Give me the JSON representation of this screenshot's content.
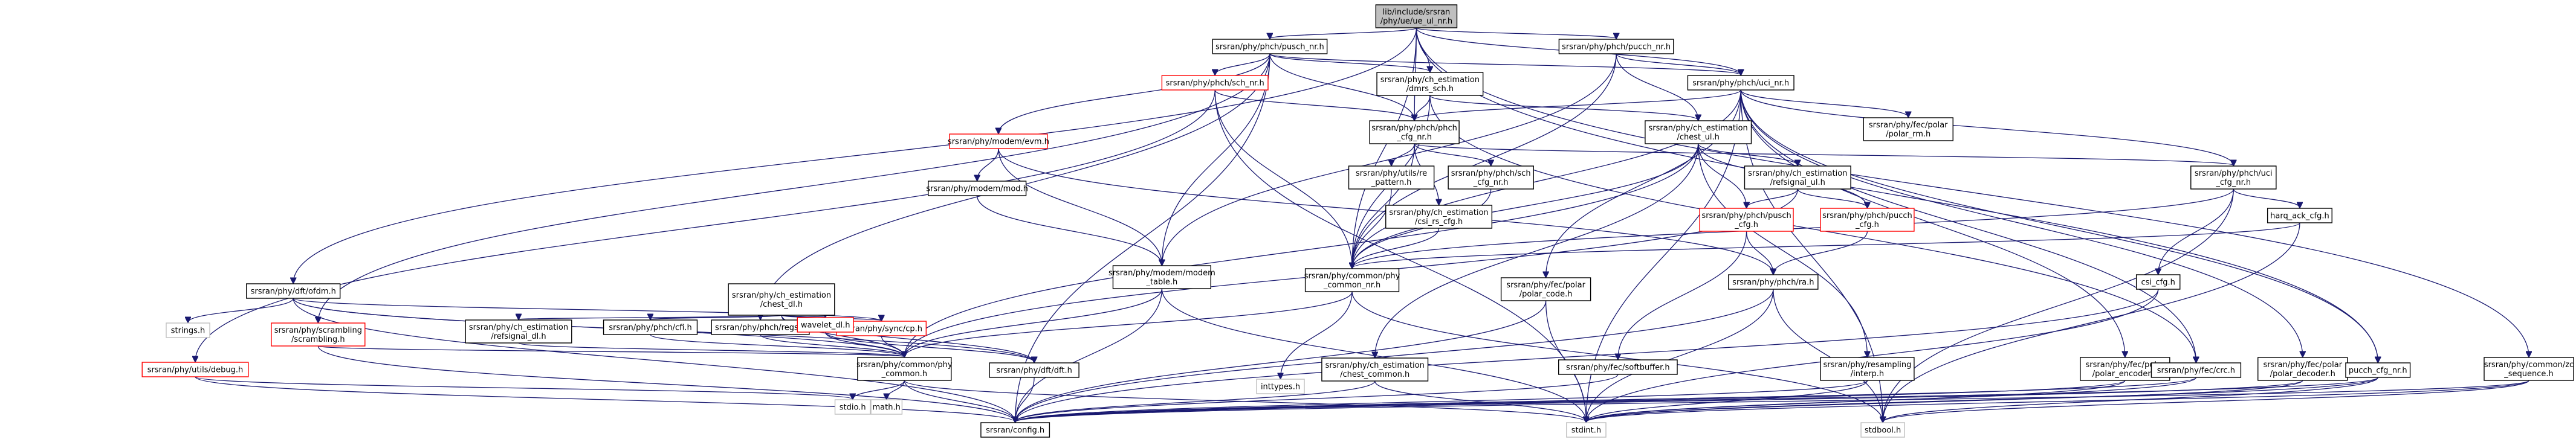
{
  "nodes": [
    {
      "id": "root",
      "lines": [
        "lib/include/srsran",
        "/phy/ue/ue_ul_nr.h"
      ],
      "style": "root"
    },
    {
      "id": "n1",
      "lines": [
        "srsran/phy/phch/pusch_nr.h"
      ],
      "style": "normal"
    },
    {
      "id": "n2",
      "lines": [
        "srsran/phy/phch/pucch_nr.h"
      ],
      "style": "normal"
    },
    {
      "id": "n3",
      "lines": [
        "srsran/phy/dft/ofdm.h"
      ],
      "style": "normal"
    },
    {
      "id": "n4",
      "lines": [
        "srsran/phy/phch/sch_nr.h"
      ],
      "style": "red"
    },
    {
      "id": "n5",
      "lines": [
        "srsran/phy/ch_estimation",
        "/dmrs_sch.h"
      ],
      "style": "normal"
    },
    {
      "id": "n6",
      "lines": [
        "srsran/phy/phch/uci_nr.h"
      ],
      "style": "normal"
    },
    {
      "id": "n7",
      "lines": [
        "srsran/phy/phch/phch",
        "_cfg_nr.h"
      ],
      "style": "normal"
    },
    {
      "id": "n8",
      "lines": [
        "srsran/phy/ch_estimation",
        "/chest_ul.h"
      ],
      "style": "normal"
    },
    {
      "id": "n9",
      "lines": [
        "srsran/phy/fec/polar",
        "/polar_rm.h"
      ],
      "style": "normal"
    },
    {
      "id": "n10",
      "lines": [
        "srsran/phy/modem/evm.h"
      ],
      "style": "red"
    },
    {
      "id": "n11",
      "lines": [
        "srsran/phy/utils/re",
        "_pattern.h"
      ],
      "style": "normal"
    },
    {
      "id": "n12",
      "lines": [
        "srsran/phy/phch/sch",
        "_cfg_nr.h"
      ],
      "style": "normal"
    },
    {
      "id": "n13",
      "lines": [
        "srsran/phy/ch_estimation",
        "/refsignal_ul.h"
      ],
      "style": "normal"
    },
    {
      "id": "n14",
      "lines": [
        "srsran/phy/phch/uci",
        "_cfg_nr.h"
      ],
      "style": "normal"
    },
    {
      "id": "n15",
      "lines": [
        "srsran/phy/modem/mod.h"
      ],
      "style": "normal"
    },
    {
      "id": "n16",
      "lines": [
        "srsran/phy/ch_estimation",
        "/csi_rs_cfg.h"
      ],
      "style": "normal"
    },
    {
      "id": "n17",
      "lines": [
        "srsran/phy/phch/pusch",
        "_cfg.h"
      ],
      "style": "red"
    },
    {
      "id": "n18",
      "lines": [
        "srsran/phy/phch/pucch",
        "_cfg.h"
      ],
      "style": "red"
    },
    {
      "id": "n19",
      "lines": [
        "harq_ack_cfg.h"
      ],
      "style": "normal"
    },
    {
      "id": "n20",
      "lines": [
        "srsran/phy/ch_estimation",
        "/chest_dl.h"
      ],
      "style": "normal"
    },
    {
      "id": "n21",
      "lines": [
        "strings.h"
      ],
      "style": "grey"
    },
    {
      "id": "n22",
      "lines": [
        "srsran/phy/scrambling",
        "/scrambling.h"
      ],
      "style": "red"
    },
    {
      "id": "n23",
      "lines": [
        "srsran/phy/phch/regs.h"
      ],
      "style": "normal"
    },
    {
      "id": "n24",
      "lines": [
        "srsran/phy/modem/modem",
        "_table.h"
      ],
      "style": "normal"
    },
    {
      "id": "n25",
      "lines": [
        "srsran/phy/common/phy",
        "_common_nr.h"
      ],
      "style": "normal"
    },
    {
      "id": "n26",
      "lines": [
        "srsran/phy/fec/polar",
        "/polar_code.h"
      ],
      "style": "normal"
    },
    {
      "id": "n27",
      "lines": [
        "srsran/phy/phch/ra.h"
      ],
      "style": "normal"
    },
    {
      "id": "n28",
      "lines": [
        "csi_cfg.h"
      ],
      "style": "normal"
    },
    {
      "id": "n29",
      "lines": [
        "srsran/phy/ch_estimation",
        "/refsignal_dl.h"
      ],
      "style": "normal"
    },
    {
      "id": "n30",
      "lines": [
        "srsran/phy/phch/cfi.h"
      ],
      "style": "normal"
    },
    {
      "id": "n31",
      "lines": [
        "srsran/phy/sync/cp.h"
      ],
      "style": "red"
    },
    {
      "id": "n32",
      "lines": [
        "srsran/phy/utils/debug.h"
      ],
      "style": "red"
    },
    {
      "id": "n33",
      "lines": [
        "srsran/phy/common/phy",
        "_common.h"
      ],
      "style": "normal"
    },
    {
      "id": "n34",
      "lines": [
        "srsran/phy/dft/dft.h"
      ],
      "style": "normal"
    },
    {
      "id": "n35",
      "lines": [
        "srsran/phy/ch_estimation",
        "/chest_common.h"
      ],
      "style": "normal"
    },
    {
      "id": "n36",
      "lines": [
        "srsran/phy/fec/softbuffer.h"
      ],
      "style": "normal"
    },
    {
      "id": "n37",
      "lines": [
        "srsran/phy/resampling",
        "/interp.h"
      ],
      "style": "normal"
    },
    {
      "id": "n38",
      "lines": [
        "srsran/phy/fec/polar",
        "/polar_encoder.h"
      ],
      "style": "normal"
    },
    {
      "id": "n39",
      "lines": [
        "srsran/phy/fec/crc.h"
      ],
      "style": "normal"
    },
    {
      "id": "n40",
      "lines": [
        "srsran/phy/fec/polar",
        "/polar_decoder.h"
      ],
      "style": "normal"
    },
    {
      "id": "n41",
      "lines": [
        "pucch_cfg_nr.h"
      ],
      "style": "normal"
    },
    {
      "id": "n42",
      "lines": [
        "srsran/phy/common/zc",
        "_sequence.h"
      ],
      "style": "normal"
    },
    {
      "id": "n43",
      "lines": [
        "wavelet_dl.h"
      ],
      "style": "red"
    },
    {
      "id": "n44",
      "lines": [
        "inttypes.h"
      ],
      "style": "grey"
    },
    {
      "id": "n45",
      "lines": [
        "stdio.h"
      ],
      "style": "grey"
    },
    {
      "id": "n46",
      "lines": [
        "math.h"
      ],
      "style": "grey"
    },
    {
      "id": "n47",
      "lines": [
        "srsran/config.h"
      ],
      "style": "normal"
    },
    {
      "id": "n48",
      "lines": [
        "stdint.h"
      ],
      "style": "grey"
    },
    {
      "id": "n49",
      "lines": [
        "stdbool.h"
      ],
      "style": "grey"
    }
  ]
}
